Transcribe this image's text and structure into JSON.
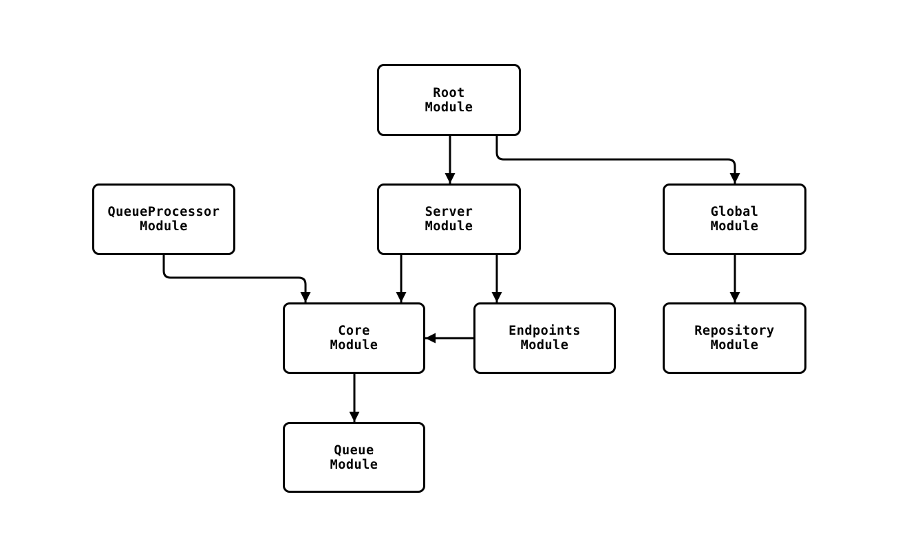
{
  "diagram": {
    "type": "module-dependency-graph",
    "colors": {
      "background": "#ffffff",
      "stroke": "#000000",
      "node_fill": "#ffffff",
      "text": "#000000"
    },
    "nodes": [
      {
        "id": "root",
        "label": "Root\nModule"
      },
      {
        "id": "queueprocessor",
        "label": "QueueProcessor\nModule"
      },
      {
        "id": "server",
        "label": "Server\nModule"
      },
      {
        "id": "global",
        "label": "Global\nModule"
      },
      {
        "id": "core",
        "label": "Core\nModule"
      },
      {
        "id": "endpoints",
        "label": "Endpoints\nModule"
      },
      {
        "id": "repository",
        "label": "Repository\nModule"
      },
      {
        "id": "queue",
        "label": "Queue\nModule"
      }
    ],
    "edges": [
      {
        "from": "Root Module",
        "to": "Server Module"
      },
      {
        "from": "Root Module",
        "to": "Global Module"
      },
      {
        "from": "QueueProcessor Module",
        "to": "Core Module"
      },
      {
        "from": "Server Module",
        "to": "Core Module"
      },
      {
        "from": "Server Module",
        "to": "Endpoints Module"
      },
      {
        "from": "Global Module",
        "to": "Repository Module"
      },
      {
        "from": "Endpoints Module",
        "to": "Core Module"
      },
      {
        "from": "Core Module",
        "to": "Queue Module"
      }
    ]
  }
}
